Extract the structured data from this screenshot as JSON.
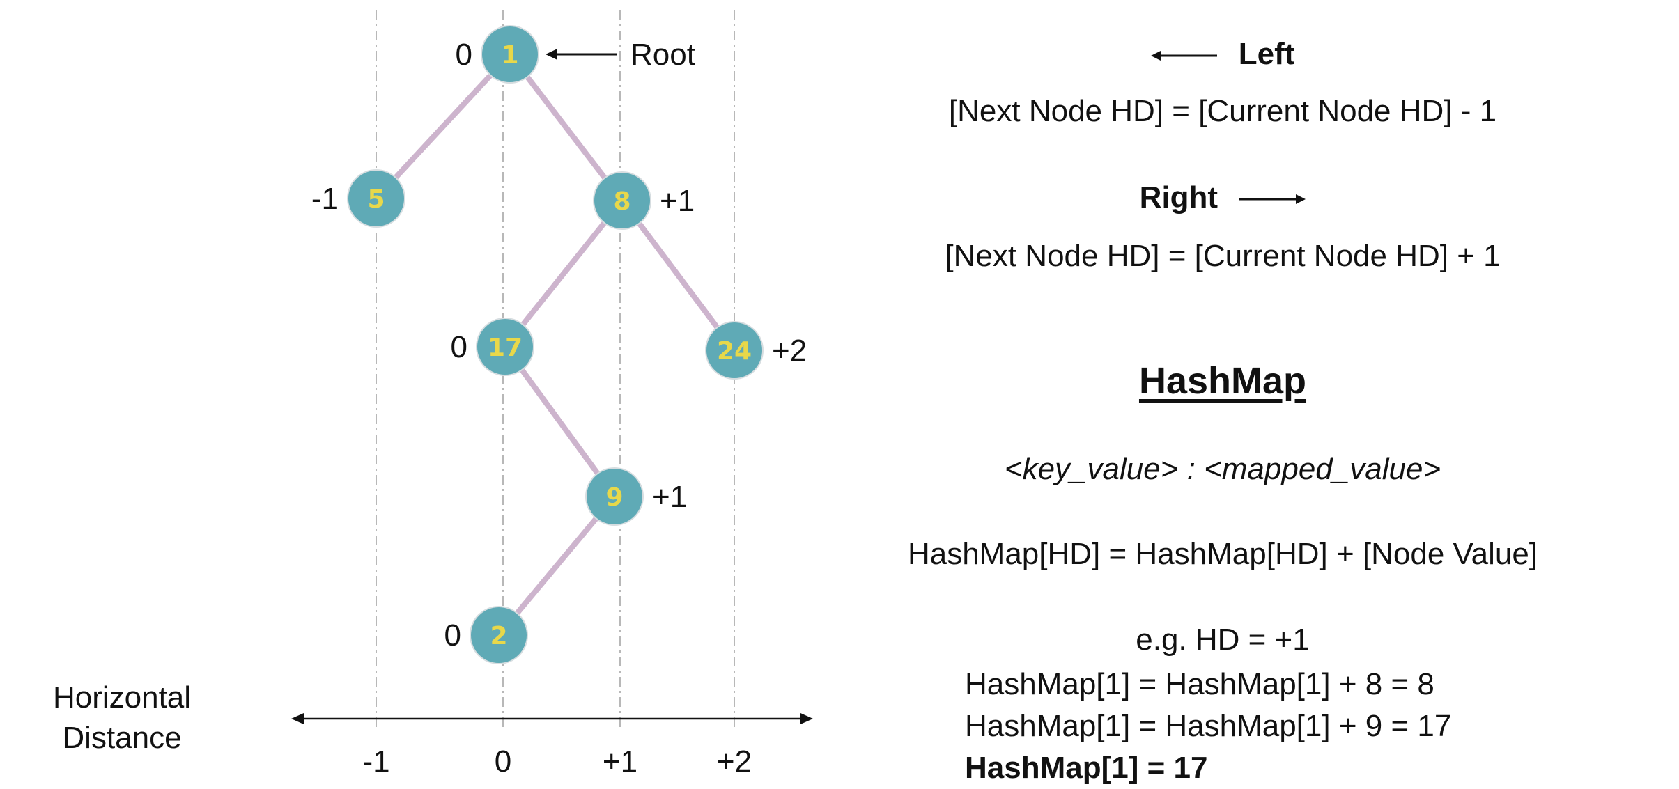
{
  "tree": {
    "nodes": [
      {
        "id": "n1",
        "value": "1",
        "hd": "0",
        "hd_side": "left"
      },
      {
        "id": "n5",
        "value": "5",
        "hd": "-1",
        "hd_side": "left"
      },
      {
        "id": "n8",
        "value": "8",
        "hd": "+1",
        "hd_side": "right"
      },
      {
        "id": "n17",
        "value": "17",
        "hd": "0",
        "hd_side": "left"
      },
      {
        "id": "n24",
        "value": "24",
        "hd": "+2",
        "hd_side": "right"
      },
      {
        "id": "n9",
        "value": "9",
        "hd": "+1",
        "hd_side": "right"
      },
      {
        "id": "n2",
        "value": "2",
        "hd": "0",
        "hd_side": "left"
      }
    ],
    "edges": [
      [
        "n1",
        "n5"
      ],
      [
        "n1",
        "n8"
      ],
      [
        "n8",
        "n17"
      ],
      [
        "n8",
        "n24"
      ],
      [
        "n17",
        "n9"
      ],
      [
        "n9",
        "n2"
      ]
    ],
    "root_label": "Root",
    "colors": {
      "node_fill": "#5faab6",
      "node_text": "#e8d84a",
      "edge": "#cdb4cd",
      "gridline": "#b8b8b8"
    }
  },
  "axis": {
    "caption_line1": "Horizontal",
    "caption_line2": "Distance",
    "ticks": [
      "-1",
      "0",
      "+1",
      "+2"
    ]
  },
  "rules": {
    "left_heading": "Left",
    "left_formula": "[Next Node HD] = [Current Node HD] - 1",
    "right_heading": "Right",
    "right_formula": "[Next Node HD] = [Current Node HD] + 1"
  },
  "hashmap": {
    "title": "HashMap",
    "signature": "<key_value> : <mapped_value>",
    "formula": "HashMap[HD] = HashMap[HD] + [Node Value]",
    "example_header": "e.g. HD = +1",
    "example_lines": [
      "HashMap[1] = HashMap[1] + 8 = 8",
      "HashMap[1] = HashMap[1] + 9 = 17"
    ],
    "example_result": "HashMap[1] = 17"
  }
}
